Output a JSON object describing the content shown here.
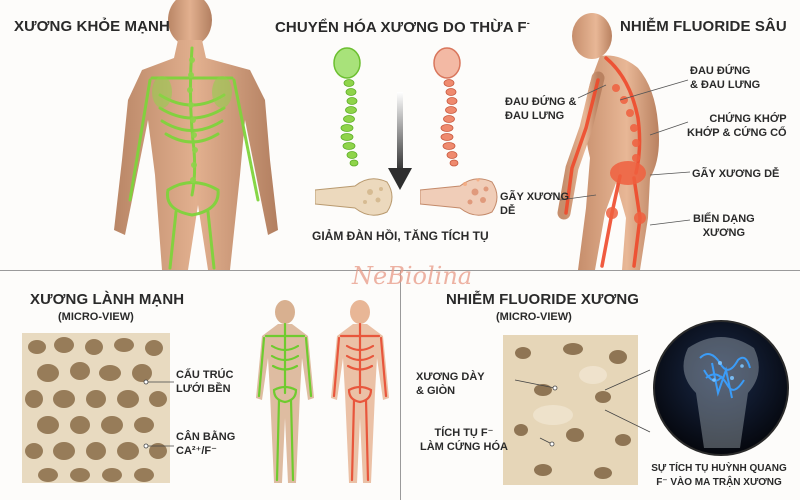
{
  "top": {
    "healthy_title": "XƯƠNG KHỎE MẠNH",
    "metabolism_title": "CHUYỂN HÓA XƯƠNG DO THỪA F",
    "metabolism_title_sup": "-",
    "metabolism_caption": "GIẢM ĐÀN HỒI, TĂNG TÍCH TỤ",
    "fluorosis_title": "NHIỄM FLUORIDE SÂU",
    "fluorosis_labels": {
      "pain_left_1": "ĐAU ĐỨNG &",
      "pain_left_2": "ĐAU LƯNG",
      "pain_right_1": "ĐAU ĐỨNG",
      "pain_right_2": "& ĐAU LƯNG",
      "joint_1": "CHỨNG KHỚP",
      "joint_2": "KHỚP & CỨNG CỔ",
      "fracture_right": "GÃY XƯƠNG DỄ",
      "fracture_left_1": "GÃY XƯƠNG",
      "fracture_left_2": "DỄ",
      "deform_1": "BIẾN DẠNG",
      "deform_2": "XƯƠNG"
    }
  },
  "bottom": {
    "healthy_title": "XƯƠNG LÀNH MẠNH",
    "healthy_sub": "(MICRO-VIEW)",
    "healthy_labels": {
      "structure_1": "CẤU TRÚC",
      "structure_2": "LƯỚI BỀN",
      "balance_1": "CÂN BẰNG",
      "balance_2": "CA²⁺/F⁻"
    },
    "fluoride_title": "NHIỄM FLUORIDE XƯƠNG",
    "fluoride_sub": "(MICRO-VIEW)",
    "fluoride_labels": {
      "thick_1": "XƯƠNG DÀY",
      "thick_2": "& GIÒN",
      "accum_1": "TÍCH TỤ F⁻",
      "accum_2": "LÀM CỨNG HÓA",
      "fluor_1": "SỰ TÍCH TỤ HUỲNH QUANG",
      "fluor_2": "F⁻ VÀO MA TRẬN XƯƠNG"
    }
  },
  "watermark": "NeBiolina",
  "colors": {
    "healthy_bone": "#8fd44a",
    "fluoride_bone": "#e8563c",
    "skin": "#d9a07e",
    "bone_tissue": "#e9dcc2",
    "fluorescence": "#3aa0ff"
  }
}
